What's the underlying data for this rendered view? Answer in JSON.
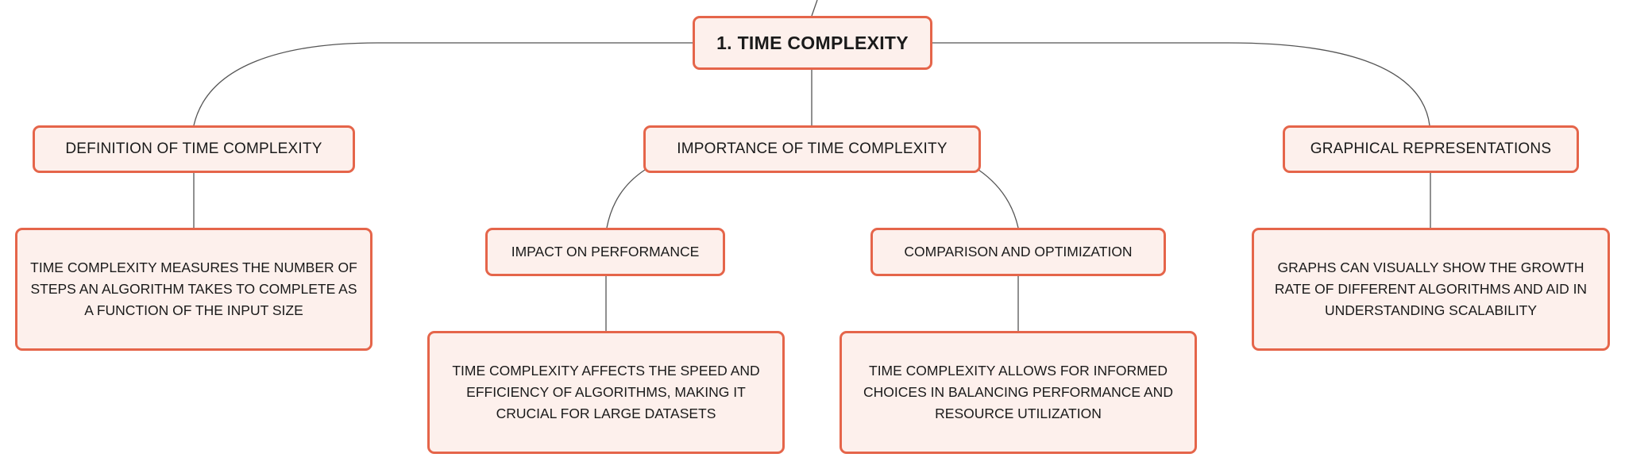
{
  "mindmap": {
    "root": {
      "label": "1. TIME COMPLEXITY"
    },
    "definition": {
      "label": "DEFINITION OF TIME COMPLEXITY",
      "description": "TIME COMPLEXITY MEASURES THE NUMBER OF STEPS AN ALGORITHM TAKES TO COMPLETE AS A FUNCTION OF THE INPUT SIZE"
    },
    "importance": {
      "label": "IMPORTANCE OF TIME COMPLEXITY",
      "impact": {
        "label": "IMPACT ON PERFORMANCE",
        "description": "TIME COMPLEXITY AFFECTS THE SPEED AND EFFICIENCY OF ALGORITHMS, MAKING IT CRUCIAL FOR LARGE DATASETS"
      },
      "comparison": {
        "label": "COMPARISON AND OPTIMIZATION",
        "description": "TIME COMPLEXITY ALLOWS FOR INFORMED CHOICES IN BALANCING PERFORMANCE AND RESOURCE UTILIZATION"
      }
    },
    "graphical": {
      "label": "GRAPHICAL REPRESENTATIONS",
      "description": "GRAPHS CAN VISUALLY SHOW THE GROWTH RATE OF DIFFERENT ALGORITHMS AND AID IN UNDERSTANDING SCALABILITY"
    }
  },
  "colors": {
    "node_border": "#e5654a",
    "node_fill": "#fdf0ec",
    "connector": "#555555",
    "text": "#1a1a1a"
  }
}
